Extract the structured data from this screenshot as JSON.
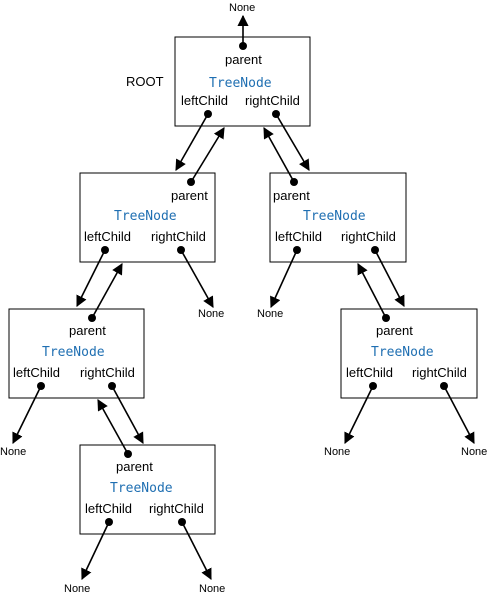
{
  "root_label": "ROOT",
  "node_type": "TreeNode",
  "field_labels": {
    "parent": "parent",
    "left_child": "leftChild",
    "right_child": "rightChild"
  },
  "none_label": "None",
  "nodes": [
    {
      "id": "root",
      "is_root": true
    },
    {
      "id": "root.left"
    },
    {
      "id": "root.right"
    },
    {
      "id": "root.left.left"
    },
    {
      "id": "root.right.right"
    },
    {
      "id": "root.left.left.right"
    }
  ],
  "edges": [
    {
      "from": "root.parent",
      "to": "None"
    },
    {
      "from": "root.leftChild",
      "to": "root.left"
    },
    {
      "from": "root.left.parent",
      "to": "root"
    },
    {
      "from": "root.rightChild",
      "to": "root.right"
    },
    {
      "from": "root.right.parent",
      "to": "root"
    },
    {
      "from": "root.left.leftChild",
      "to": "root.left.left"
    },
    {
      "from": "root.left.left.parent",
      "to": "root.left"
    },
    {
      "from": "root.left.rightChild",
      "to": "None"
    },
    {
      "from": "root.right.leftChild",
      "to": "None"
    },
    {
      "from": "root.right.rightChild",
      "to": "root.right.right"
    },
    {
      "from": "root.right.right.parent",
      "to": "root.right"
    },
    {
      "from": "root.left.left.leftChild",
      "to": "None"
    },
    {
      "from": "root.left.left.rightChild",
      "to": "root.left.left.right"
    },
    {
      "from": "root.left.left.right.parent",
      "to": "root.left.left"
    },
    {
      "from": "root.right.right.leftChild",
      "to": "None"
    },
    {
      "from": "root.right.right.rightChild",
      "to": "None"
    },
    {
      "from": "root.left.left.right.leftChild",
      "to": "None"
    },
    {
      "from": "root.left.left.right.rightChild",
      "to": "None"
    }
  ]
}
